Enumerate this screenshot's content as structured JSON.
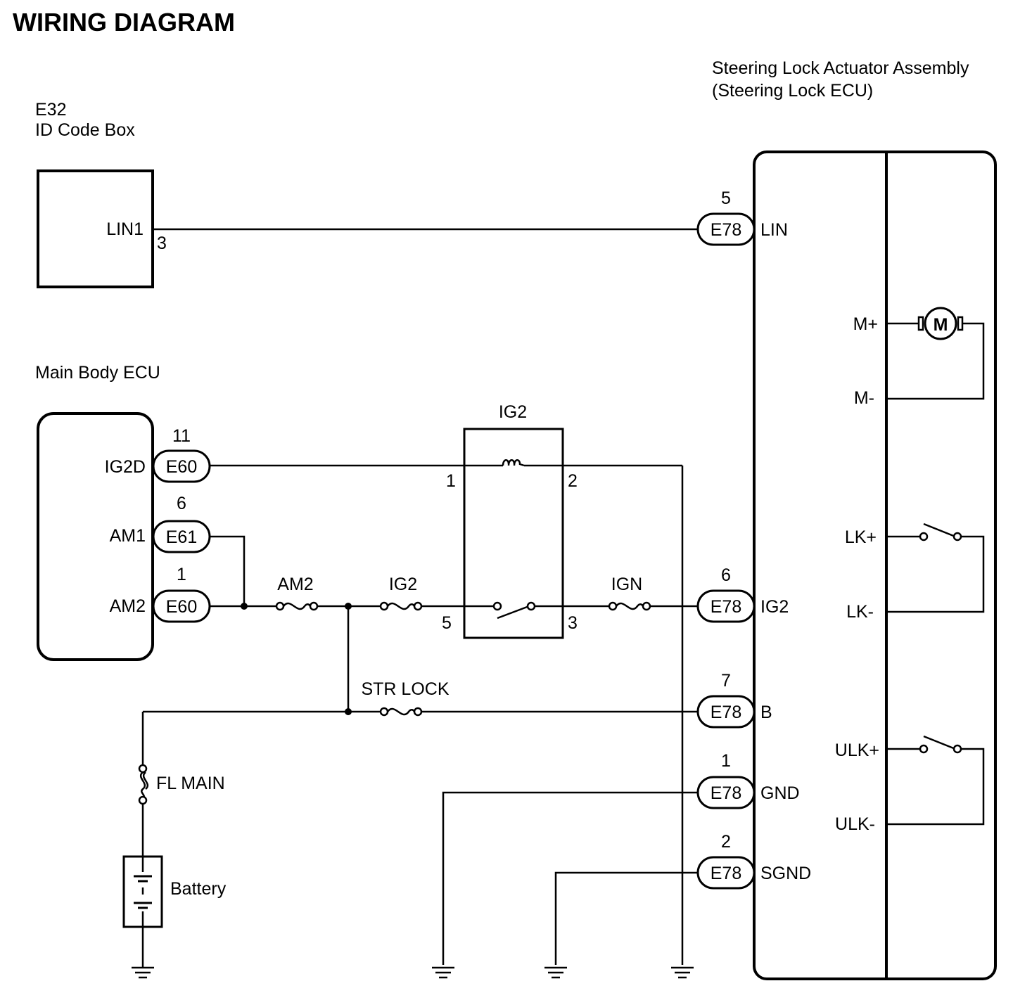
{
  "title": "WIRING DIAGRAM",
  "components": {
    "id_code_box": {
      "code": "E32",
      "name": "ID Code Box",
      "pin_label": "LIN1",
      "pin_number": "3"
    },
    "main_body_ecu": {
      "name": "Main Body ECU"
    },
    "steering_lock": {
      "name_line1": "Steering Lock Actuator Assembly",
      "name_line2": "(Steering Lock ECU)"
    },
    "ig2_relay": {
      "label": "IG2",
      "pin1": "1",
      "pin2": "2",
      "pin5": "5",
      "pin3": "3"
    },
    "battery": {
      "label": "Battery"
    },
    "motor": {
      "symbol": "M"
    }
  },
  "ecu_connectors": [
    {
      "pin": "11",
      "connector": "E60",
      "signal": "IG2D"
    },
    {
      "pin": "6",
      "connector": "E61",
      "signal": "AM1"
    },
    {
      "pin": "1",
      "connector": "E60",
      "signal": "AM2"
    }
  ],
  "lock_connectors": [
    {
      "pin": "5",
      "connector": "E78",
      "signal": "LIN"
    },
    {
      "pin": "6",
      "connector": "E78",
      "signal": "IG2"
    },
    {
      "pin": "7",
      "connector": "E78",
      "signal": "B"
    },
    {
      "pin": "1",
      "connector": "E78",
      "signal": "GND"
    },
    {
      "pin": "2",
      "connector": "E78",
      "signal": "SGND"
    }
  ],
  "fuses": {
    "am2": "AM2",
    "ig2": "IG2",
    "ign": "IGN",
    "str_lock": "STR LOCK",
    "fl_main": "FL MAIN"
  },
  "internal_terminals": {
    "m_plus": "M+",
    "m_minus": "M-",
    "lk_plus": "LK+",
    "lk_minus": "LK-",
    "ulk_plus": "ULK+",
    "ulk_minus": "ULK-"
  }
}
